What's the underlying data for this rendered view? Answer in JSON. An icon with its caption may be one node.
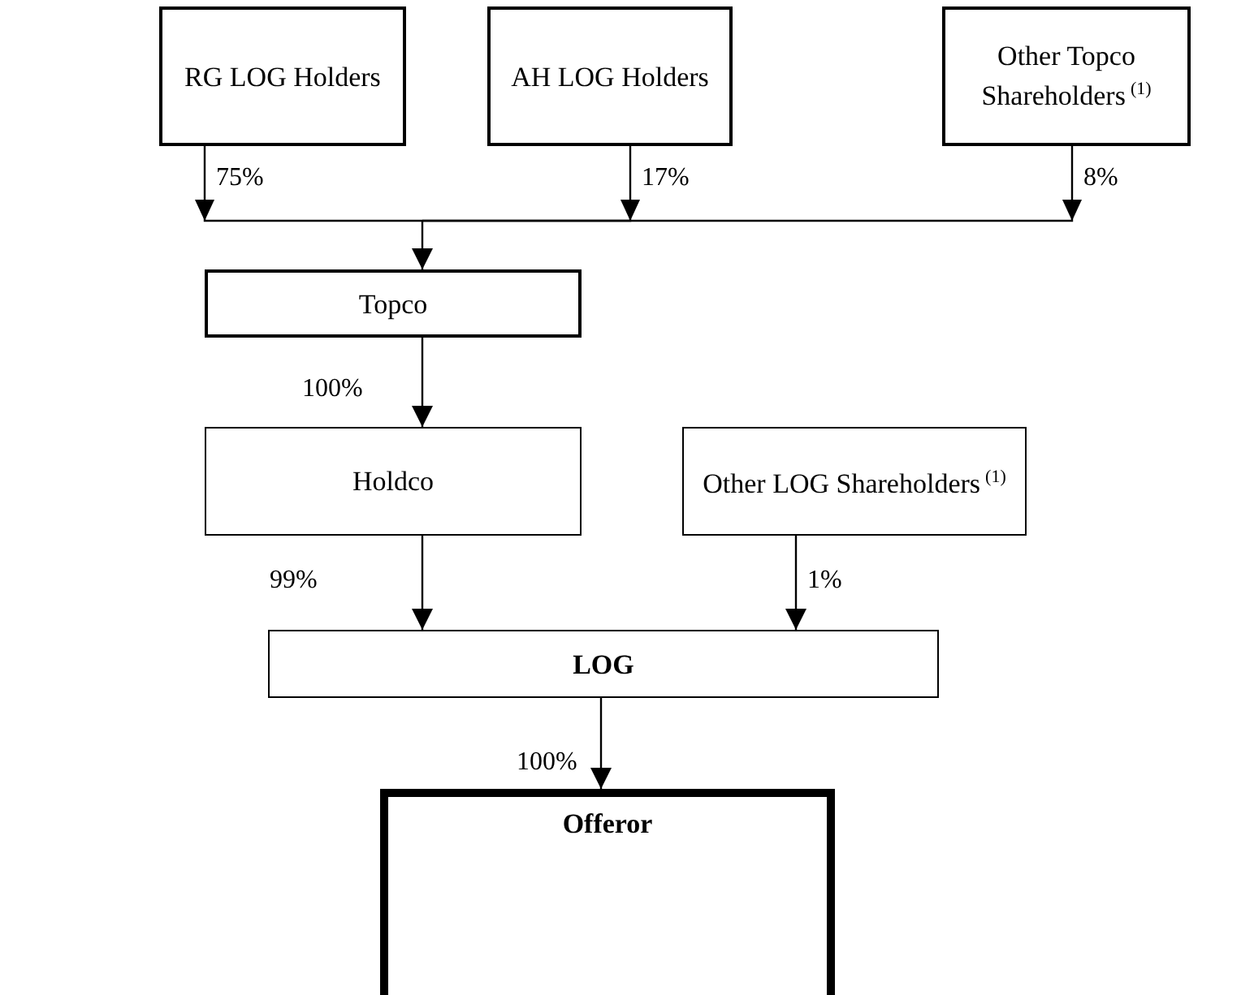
{
  "diagram": {
    "nodes": [
      {
        "text": [
          "RG LOG Holders"
        ]
      },
      {
        "text": [
          "AH LOG Holders"
        ]
      },
      {
        "text": [
          "Other Topco Shareholders$^{(1)}$"
        ]
      },
      {
        "text": [
          "Topco"
        ]
      },
      {
        "text": [
          "Holdco"
        ]
      },
      {
        "text": [
          "Other LOG Shareholders$^{(1)}$"
        ]
      },
      {
        "text": [
          "LOG"
        ]
      },
      {
        "text": [
          "Offeror"
        ]
      }
    ],
    "edges": [
      {
        "from": 0,
        "to": 3,
        "arrow": "to",
        "label": "75%"
      },
      {
        "from": 1,
        "to": 3,
        "arrow": "to",
        "label": "17%"
      },
      {
        "from": 2,
        "to": 3,
        "arrow": "to",
        "label": "8%"
      },
      {
        "from": 3,
        "to": 4,
        "arrow": "to",
        "label": "100%"
      },
      {
        "from": 4,
        "to": 6,
        "arrow": "to",
        "label": "99%"
      },
      {
        "from": 5,
        "to": 6,
        "arrow": "to",
        "label": "1%"
      },
      {
        "from": 6,
        "to": 7,
        "arrow": "to",
        "label": "100%"
      }
    ]
  }
}
